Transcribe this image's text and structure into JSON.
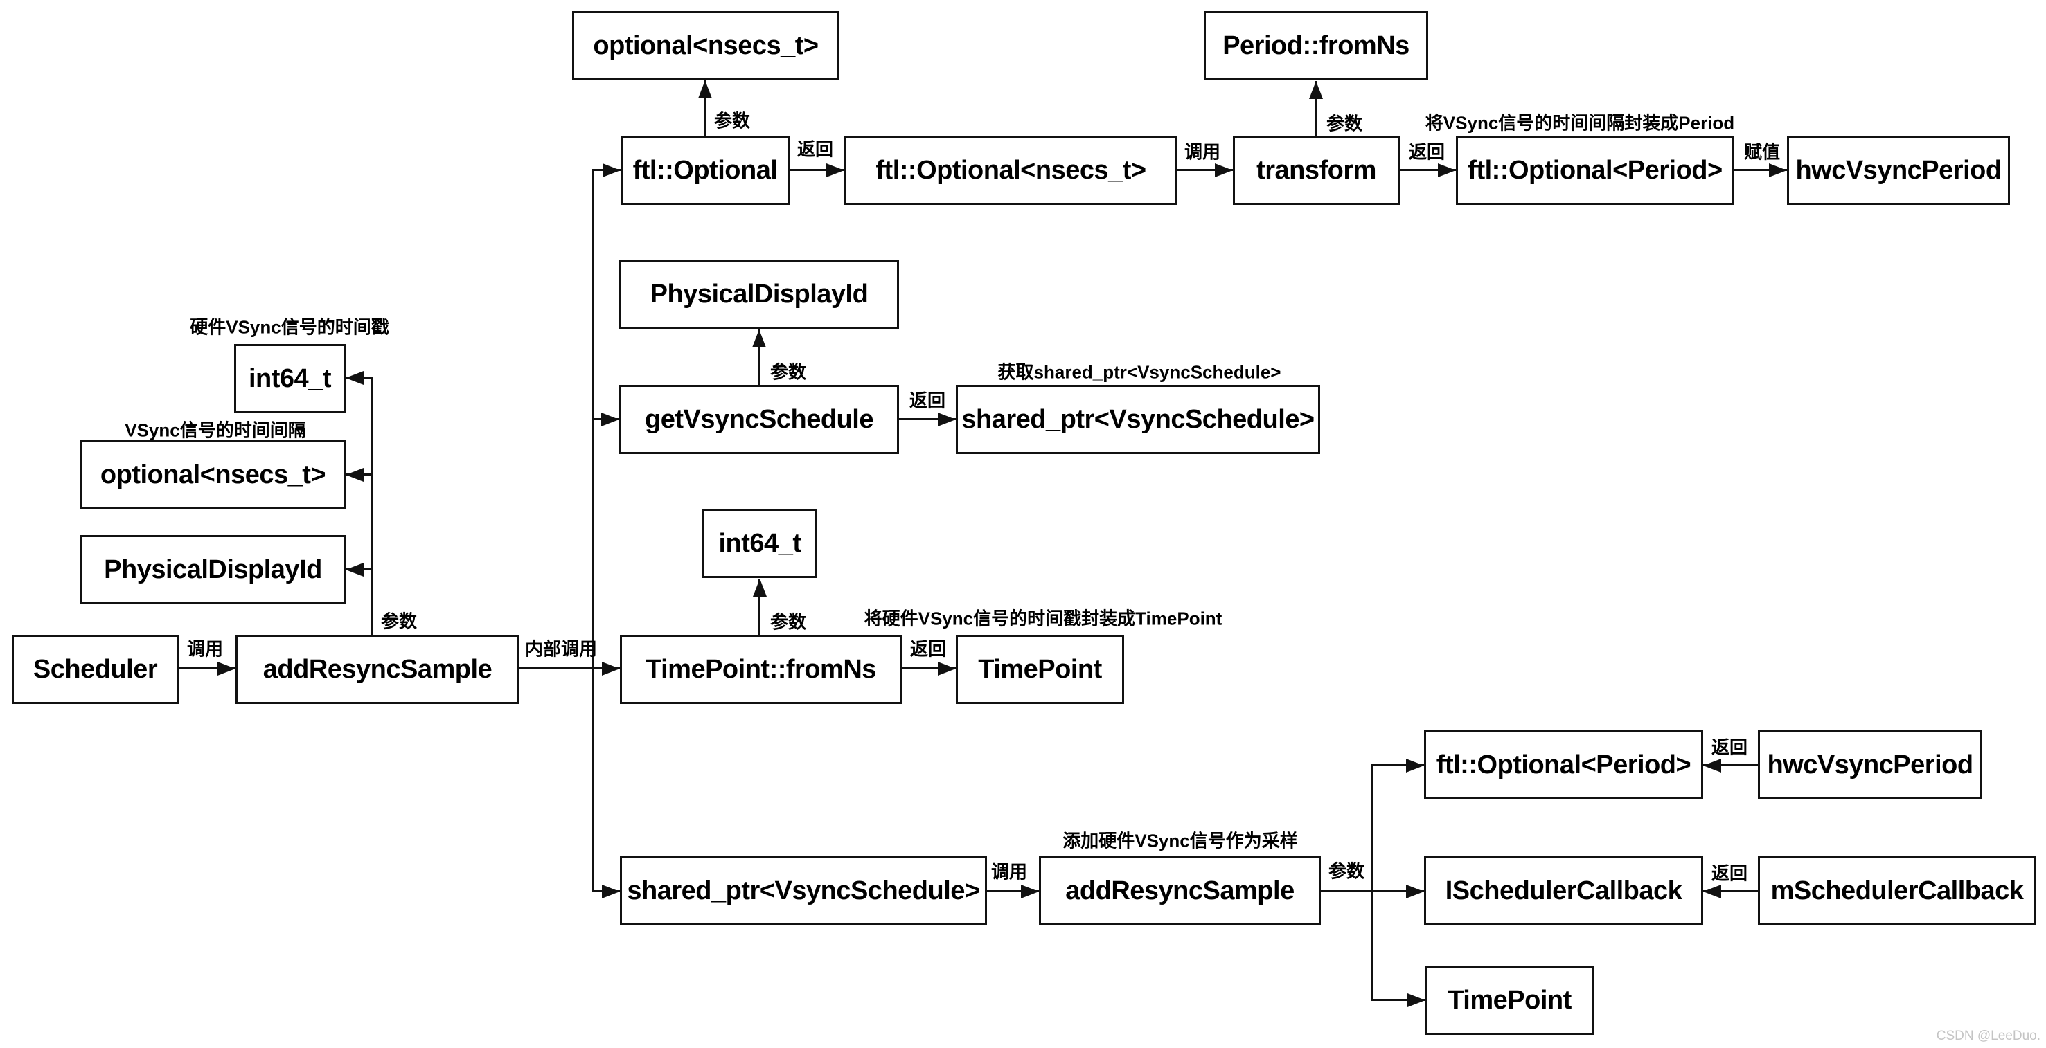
{
  "colors": {
    "background": "#ffffff",
    "line": "#111111",
    "box_border": "#111111",
    "box_bg": "#ffffff",
    "text": "#000000",
    "watermark": "#c4c4c4"
  },
  "watermark": "CSDN @LeeDuo.",
  "nodes": {
    "optional_nsecs_top": "optional<nsecs_t>",
    "period_fromns": "Period::fromNs",
    "ftl_optional": "ftl::Optional",
    "ftl_optional_nsecs": "ftl::Optional<nsecs_t>",
    "transform": "transform",
    "ftl_optional_period_top": "ftl::Optional<Period>",
    "hwc_vsync_period_top": "hwcVsyncPeriod",
    "physical_display_id_mid": "PhysicalDisplayId",
    "get_vsync_schedule": "getVsyncSchedule",
    "shared_ptr_vsync_mid": "shared_ptr<VsyncSchedule>",
    "int64_left": "int64_t",
    "optional_nsecs_left": "optional<nsecs_t>",
    "physical_display_id_left": "PhysicalDisplayId",
    "scheduler": "Scheduler",
    "add_resync_sample": "addResyncSample",
    "int64_mid": "int64_t",
    "timepoint_fromns": "TimePoint::fromNs",
    "timepoint_mid": "TimePoint",
    "shared_ptr_vsync_bottom": "shared_ptr<VsyncSchedule>",
    "add_resync_sample_bottom": "addResyncSample",
    "ftl_optional_period_bottom": "ftl::Optional<Period>",
    "hwc_vsync_period_bottom": "hwcVsyncPeriod",
    "ischeduler_callback": "ISchedulerCallback",
    "mscheduler_callback": "mSchedulerCallback",
    "timepoint_bottom": "TimePoint"
  },
  "edge_labels": {
    "param": "参数",
    "ret": "返回",
    "call": "调用",
    "internal_call": "内部调用",
    "assign": "赋值"
  },
  "annotations": {
    "hw_vsync_timestamp": "硬件VSync信号的时间戳",
    "vsync_interval": "VSync信号的时间间隔",
    "wrap_period": "将VSync信号的时间间隔封装成Period",
    "get_shared_ptr": "获取shared_ptr<VsyncSchedule>",
    "wrap_timepoint": "将硬件VSync信号的时间戳封装成TimePoint",
    "add_sample": "添加硬件VSync信号作为采样"
  }
}
